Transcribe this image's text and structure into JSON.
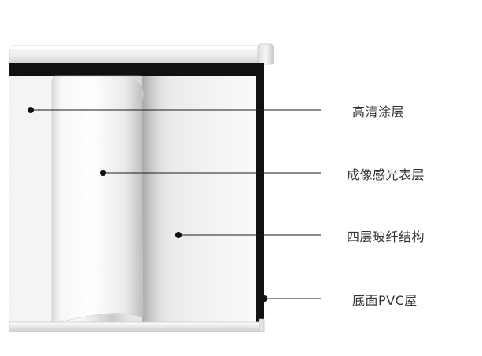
{
  "layers": [
    {
      "label": "高清涂层"
    },
    {
      "label": "成像感光表层"
    },
    {
      "label": "四层玻纤结构"
    },
    {
      "label": "底面PVC屋"
    }
  ],
  "colors": {
    "line": "#1a1a1a",
    "frame": "#111111",
    "text": "#333333"
  }
}
